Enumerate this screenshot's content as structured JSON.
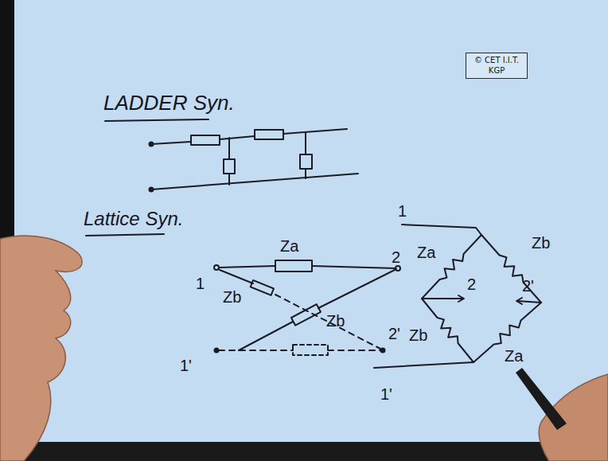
{
  "diagram": {
    "nodes": [
      {
        "text": [
          "© CET I.I.T. KGP"
        ]
      }
    ],
    "labels": [
      "LADDER Syn.",
      "Lattice Syn.",
      "Za",
      "1",
      "2",
      "1",
      "Zb",
      "Zb",
      "Za",
      "Zb",
      "2",
      "2'",
      "1'",
      "2'",
      "Zb",
      "Za",
      "1'"
    ]
  }
}
